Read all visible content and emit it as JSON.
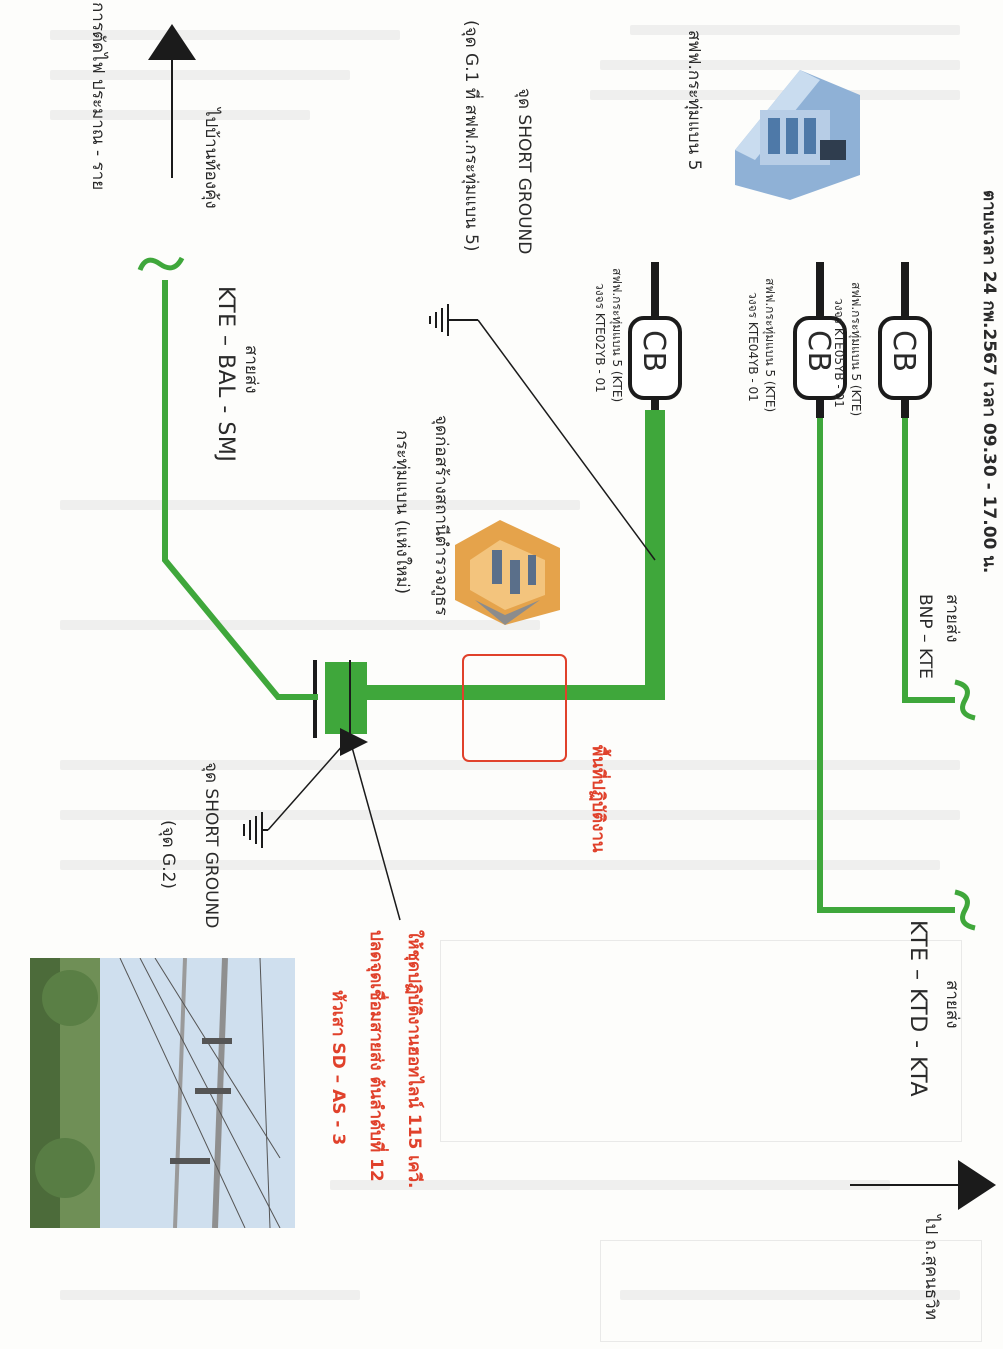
{
  "diagram": {
    "header_fragment": "ตาบงเวลา 24 กพ.2567 เวลา 09.30 - 17.00 น.",
    "substation_label": "สฟฟ.กระทุ่มแบน 5",
    "breakers": [
      {
        "symbol": "CB",
        "station": "สฟฟ.กระทุ่มแบน 5 (KTE)",
        "circuit": "วงจร KTE05YB - 01"
      },
      {
        "symbol": "CB",
        "station": "สฟฟ.กระทุ่มแบน 5 (KTE)",
        "circuit": "วงจร KTE04YB - 01"
      },
      {
        "symbol": "CB",
        "station": "สฟฟ.กระทุ่มแบน 5 (KTE)",
        "circuit": "วงจร KTE02YB - 01"
      }
    ],
    "line_bnp": {
      "prefix": "สายส่ง",
      "name": "BNP – KTE"
    },
    "line_ktd": {
      "prefix": "สายส่ง",
      "name": "KTE – KTD - KTA"
    },
    "line_bal": {
      "prefix": "สายส่ง",
      "name": "KTE – BAL - SMJ"
    },
    "direction_right": "ไป ถ.สุคนธวิท",
    "direction_left": "ไปบ้านท้องคุ้ง",
    "left_edge_text": "การตัดไฟ ประมาณ - ราย",
    "short_ground_1": {
      "title": "จุด SHORT GROUND",
      "detail": "(จุด G.1 ที่ สฟฟ.กระทุ่มแบน 5)"
    },
    "short_ground_2": {
      "title": "จุด SHORT GROUND",
      "detail": "(จุด G.2)"
    },
    "police_station": {
      "line1": "จุดก่อสร้างสถานีตำรวจภูธร",
      "line2": "กระทุ่มแบน (แห่งใหม่)"
    },
    "work_area": "พื้นที่ปฏิบัติงาน",
    "instruction": {
      "line1": "ให้ชุดปฏิบัติงานฮอทไลน์ 115 เควี.",
      "line2": "ปลดจุดเชื่อมสายส่ง ต้นลำดับที่ 12",
      "line3": "หัวเสา SD – AS - 3"
    }
  },
  "colors": {
    "line": "#3fa73b",
    "dark_line": "#1b1b1b",
    "alert": "#e0412b",
    "text": "#2a2a2a"
  }
}
